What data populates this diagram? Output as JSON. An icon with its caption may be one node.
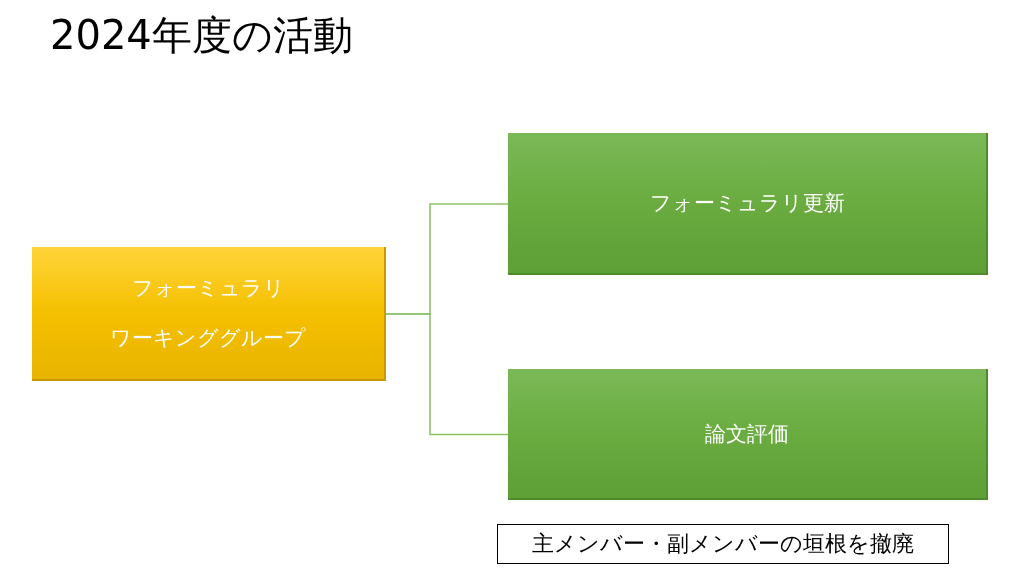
{
  "diagram": {
    "title": "2024年度の活動",
    "nodes": [
      {
        "text": [
          "フォーミュラリ",
          "ワーキンググループ"
        ]
      },
      {
        "text": [
          "フォーミュラリ更新"
        ]
      },
      {
        "text": [
          "論文評価"
        ]
      },
      {
        "text": [
          "主メンバー・副メンバーの垣根を撤廃"
        ]
      }
    ],
    "edges": [
      {
        "from": 0,
        "to": 1,
        "arrow": "none"
      },
      {
        "from": 0,
        "to": 2,
        "arrow": "none"
      }
    ]
  }
}
